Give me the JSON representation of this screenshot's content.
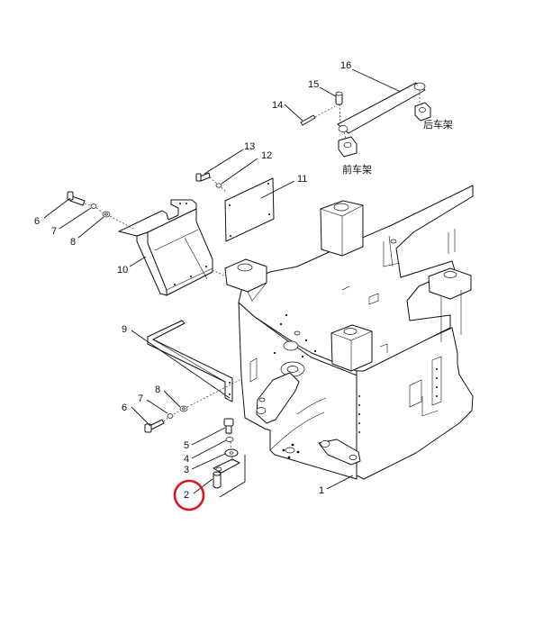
{
  "callouts": {
    "c1": "1",
    "c2": "2",
    "c3": "3",
    "c4": "4",
    "c5": "5",
    "c6a": "6",
    "c7a": "7",
    "c8a": "8",
    "c6b": "6",
    "c7b": "7",
    "c8b": "8",
    "c9": "9",
    "c10": "10",
    "c11": "11",
    "c12": "12",
    "c13": "13",
    "c14": "14",
    "c15": "15",
    "c16": "16"
  },
  "text_labels": {
    "rear_frame": "后车架",
    "front_frame": "前车架"
  },
  "highlight": {
    "target_callout": "2",
    "color": "#e0141e"
  }
}
